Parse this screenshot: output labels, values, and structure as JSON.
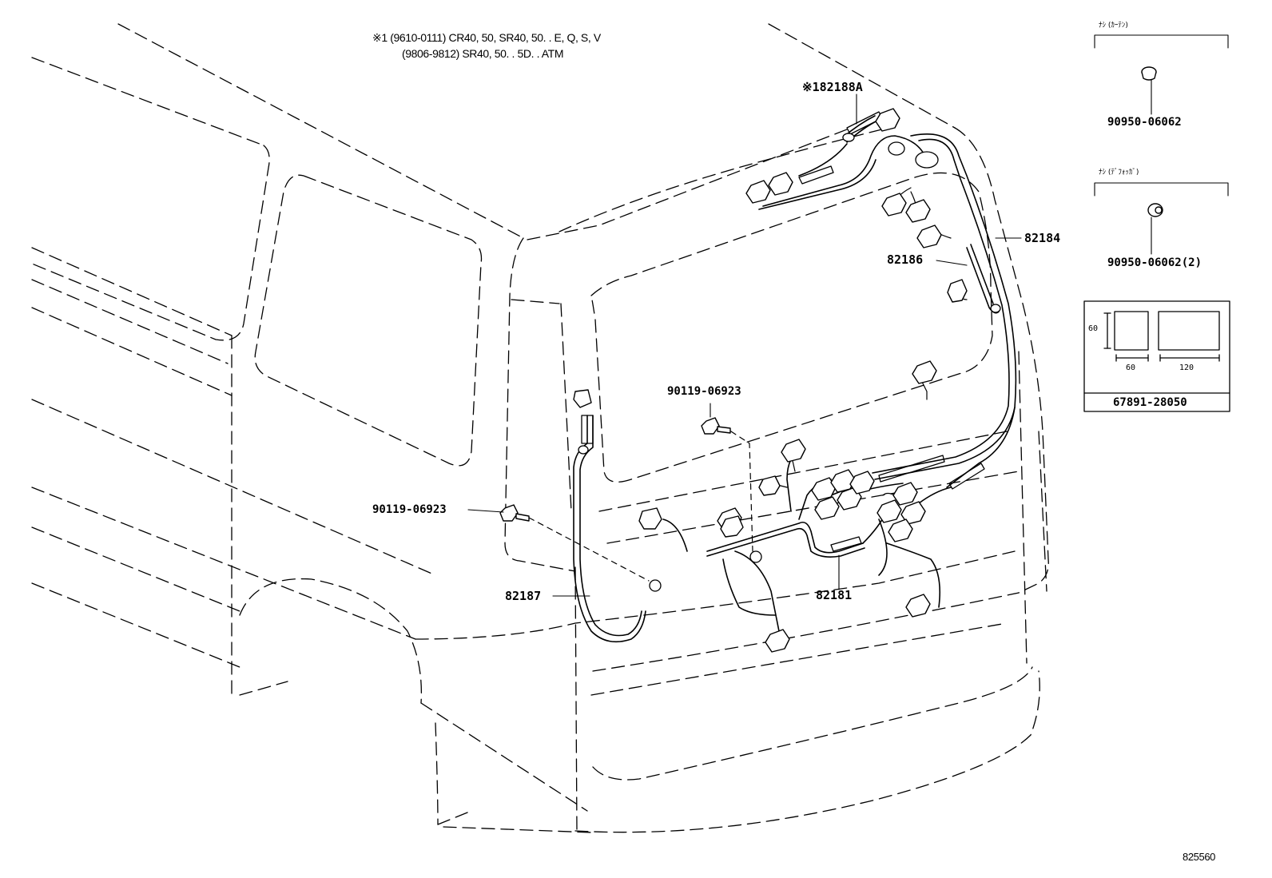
{
  "notes": {
    "line1": "※1 (9610-0111) CR40, 50, SR40, 50. . E, Q, S, V",
    "line2": "(9806-9812) SR40, 50. . 5D. . ATM"
  },
  "callouts": {
    "p82188a": "※182188A",
    "p82184": "82184",
    "p82186": "82186",
    "p90119_upper": "90119-06923",
    "p90119_left": "90119-06923",
    "p82187": "82187",
    "p82181": "82181"
  },
  "inset_grommet_curtain": {
    "header": "ﾅｼ (ｶｰﾃﾝ)",
    "part": "90950-06062"
  },
  "inset_grommet_defogger": {
    "header": "ﾅｼ (ﾃﾞﾌｫｯｶﾞ)",
    "part": "90950-06062(2)"
  },
  "inset_tape": {
    "dim_height": "60",
    "dim_w1": "60",
    "dim_w2": "120",
    "part": "67891-28050"
  },
  "diagram_id": "825560"
}
